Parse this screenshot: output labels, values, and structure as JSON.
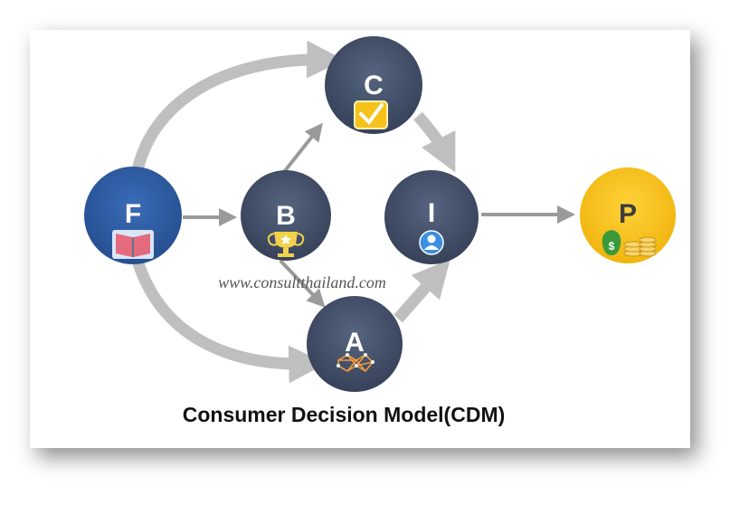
{
  "title": "Consumer Decision Model(CDM)",
  "watermark": "www.consultthailand.com",
  "colors": {
    "node_dark": "#3d4b66",
    "node_blue": "#2d5aa0",
    "node_gold": "#f6bf14",
    "arrow": "#bfbfbf",
    "thin_arrow": "#9a9a9a"
  },
  "nodes": [
    {
      "id": "F",
      "label": "F",
      "icon": "book-icon"
    },
    {
      "id": "B",
      "label": "B",
      "icon": "trophy-icon"
    },
    {
      "id": "C",
      "label": "C",
      "icon": "checkmark-icon"
    },
    {
      "id": "I",
      "label": "I",
      "icon": "user-icon"
    },
    {
      "id": "A",
      "label": "A",
      "icon": "network-icon"
    },
    {
      "id": "P",
      "label": "P",
      "icon": "money-icon"
    }
  ]
}
